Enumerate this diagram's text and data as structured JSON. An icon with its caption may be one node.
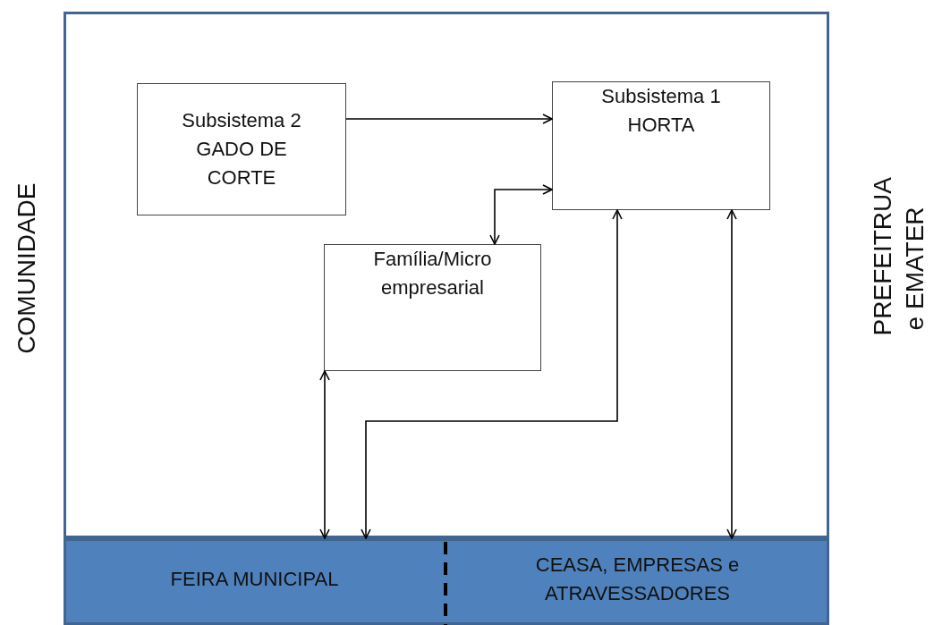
{
  "diagram": {
    "nodes": [
      {
        "text": [],
        "shape": "box"
      },
      {
        "text": [
          "Subsistema 2",
          "GADO DE CORTE"
        ],
        "in": 0
      },
      {
        "text": [
          "Subsistema 1",
          "HORTA"
        ],
        "in": 0
      },
      {
        "text": [
          "Família/Micro empresarial"
        ],
        "in": 0
      },
      {
        "text": [],
        "shape": "bar"
      },
      {
        "text": [
          "FEIRA MUNICIPAL"
        ],
        "in": 4
      },
      {
        "text": [
          "CEASA, EMPRESAS e ATRAVESSADORES"
        ],
        "in": 4
      }
    ],
    "edges": [
      {
        "from": 1,
        "to": 2,
        "arrow": "to"
      },
      {
        "from": 3,
        "to": 2,
        "arrow": "both"
      },
      {
        "from": 3,
        "to": 5,
        "arrow": "both"
      },
      {
        "from": 2,
        "to": 5,
        "arrow": "both"
      },
      {
        "from": 2,
        "to": 6,
        "arrow": "both"
      }
    ],
    "labels": [
      "COMUNIDADE",
      "PREFEITRUA e EMATER"
    ]
  }
}
